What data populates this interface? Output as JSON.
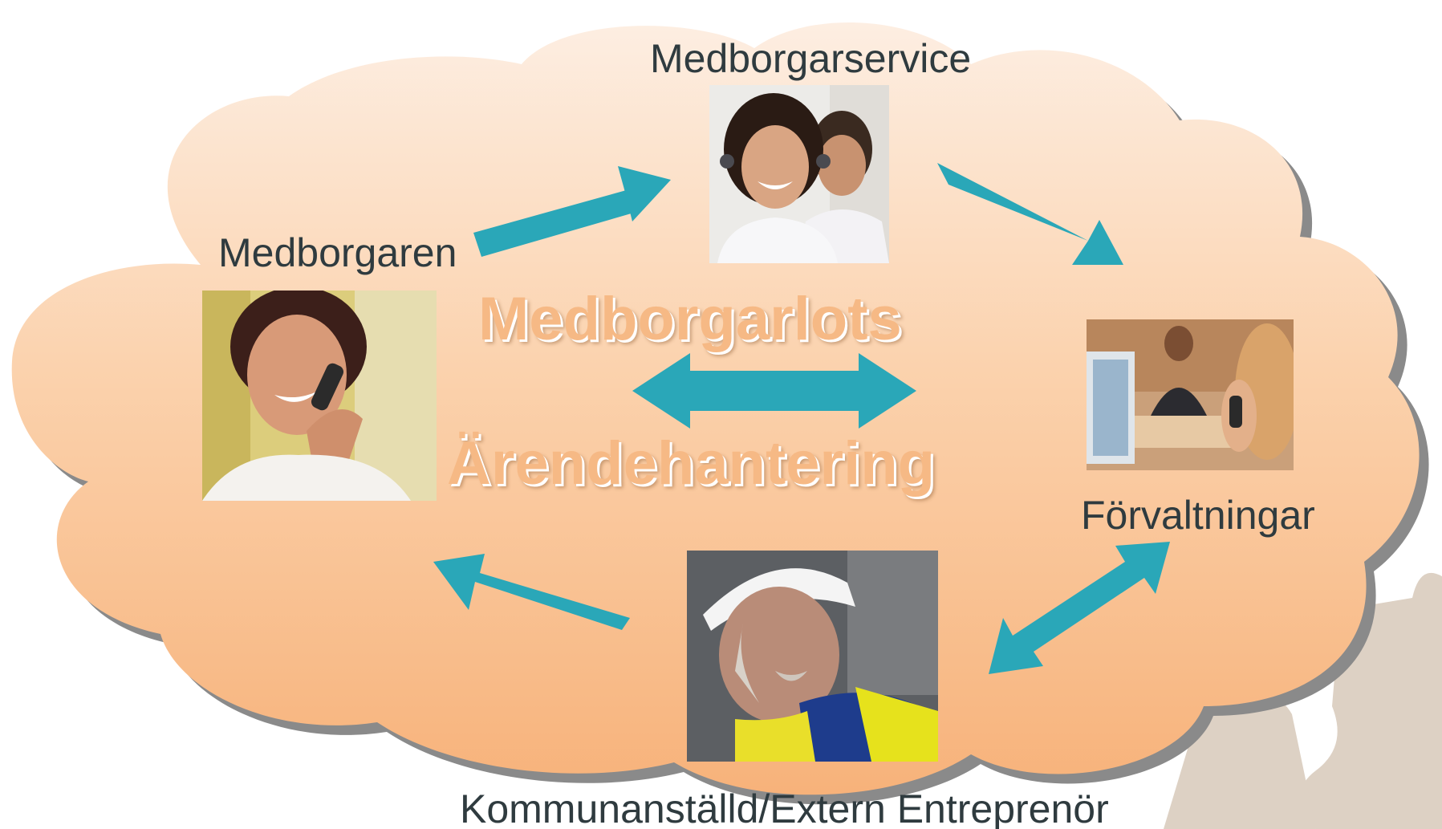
{
  "labels": {
    "medborgarservice": "Medborgarservice",
    "medborgaren": "Medborgaren",
    "forvaltningar": "Förvaltningar",
    "entreprenor": "Kommunanställd/Extern Entreprenör"
  },
  "center": {
    "word1": "Medborgarlots",
    "word2": "Ärendehantering"
  },
  "photos": {
    "medborgarservice": "call-center-agents-photo",
    "medborgaren": "woman-on-phone-photo",
    "forvaltningar": "office-workers-photo",
    "entreprenor": "worker-in-helmet-photo"
  },
  "colors": {
    "arrow": "#2aa7b8",
    "cloud_top": "#fde8d6",
    "cloud_bottom": "#f8b884",
    "cloud_shadow": "#8a8a8a",
    "text": "#2f3b3f",
    "center_text": "#f6b985",
    "puzzle": "#ddd1c4"
  }
}
